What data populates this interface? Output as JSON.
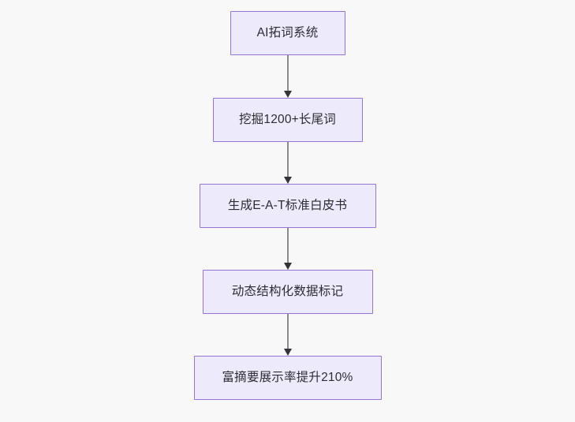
{
  "diagram": {
    "type": "flowchart",
    "direction": "top-to-bottom",
    "background_color": "#f8f8f9",
    "node_fill_color": "#ECEAFB",
    "node_border_color": "#9673D3",
    "node_text_color": "#2c2c32",
    "edge_line_color": "#8b8b8b",
    "edge_arrow_color": "#333338",
    "nodes": [
      {
        "id": "n0",
        "label": "AI拓词系统"
      },
      {
        "id": "n1",
        "label": "挖掘1200+长尾词"
      },
      {
        "id": "n2",
        "label": "生成E-A-T标准白皮书"
      },
      {
        "id": "n3",
        "label": "动态结构化数据标记"
      },
      {
        "id": "n4",
        "label": "富摘要展示率提升210%"
      }
    ],
    "edges": [
      {
        "id": "e0",
        "from": "n0",
        "to": "n1",
        "label": ""
      },
      {
        "id": "e1",
        "from": "n1",
        "to": "n2",
        "label": ""
      },
      {
        "id": "e2",
        "from": "n2",
        "to": "n3",
        "label": ""
      },
      {
        "id": "e3",
        "from": "n3",
        "to": "n4",
        "label": ""
      }
    ]
  }
}
